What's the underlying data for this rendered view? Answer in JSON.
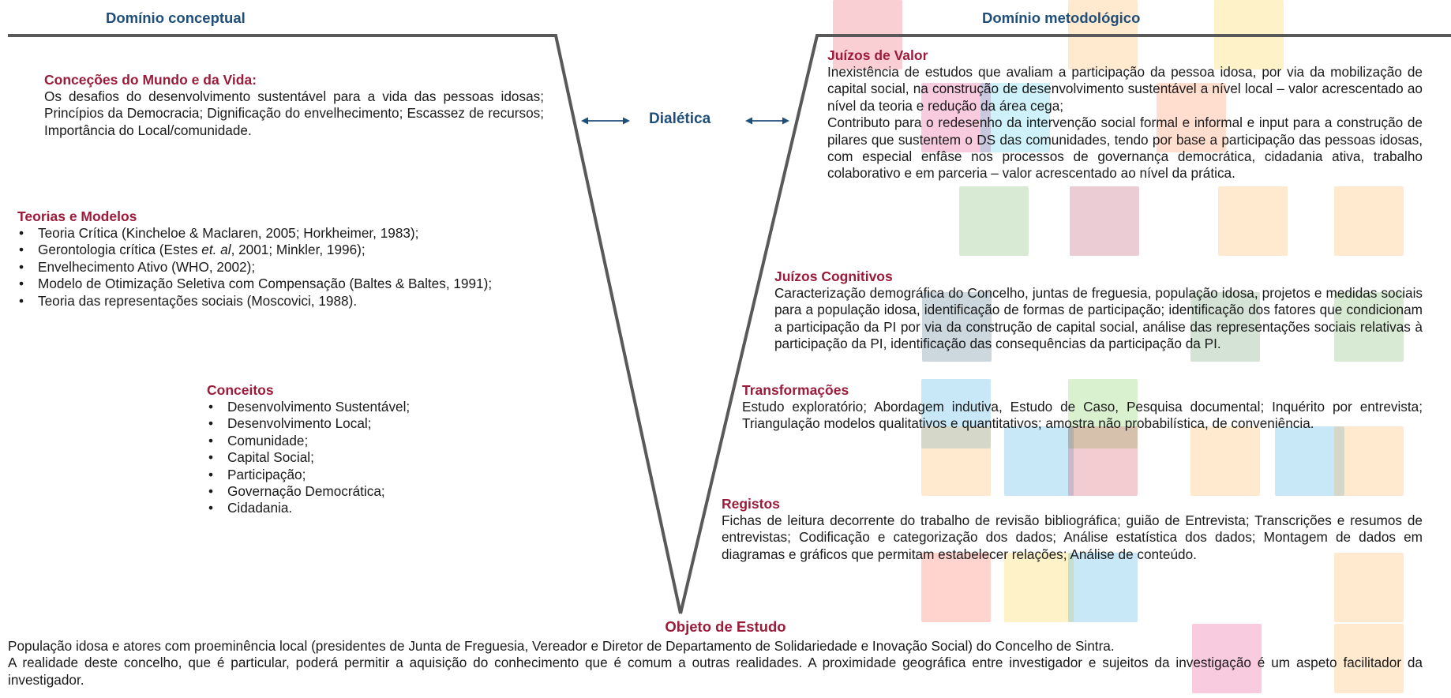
{
  "domains": {
    "conceptual": "Domínio conceptual",
    "methodological": "Domínio metodológico"
  },
  "dialetica": "Dialética",
  "left": {
    "concecoes": {
      "title": "Conceções do Mundo e da Vida:",
      "text": "Os desafios do desenvolvimento sustentável para a vida das pessoas idosas; Princípios da Democracia; Dignificação do envelhecimento; Escassez de recursos; Importância do Local/comunidade."
    },
    "teorias": {
      "title": "Teorias e Modelos",
      "items": [
        "Teoria Crítica (Kincheloe & Maclaren, 2005; Horkheimer, 1983);",
        "Envelhecimento Ativo (WHO, 2002);",
        "Modelo de Otimização Seletiva com Compensação (Baltes & Baltes, 1991);",
        "Teoria das representações sociais (Moscovici, 1988)."
      ],
      "gerontologia": {
        "before": "Gerontologia crítica (Estes ",
        "italic": "et. al",
        "after": ", 2001; Minkler, 1996);"
      }
    },
    "conceitos": {
      "title": "Conceitos",
      "items": [
        "Desenvolvimento Sustentável;",
        "Desenvolvimento Local;",
        "Comunidade;",
        "Capital Social;",
        "Participação;",
        "Governação Democrática;",
        "Cidadania."
      ]
    }
  },
  "right": {
    "juizos_valor": {
      "title": "Juízos de Valor",
      "p1": "Inexistência de estudos que avaliam a participação da pessoa idosa, por via da mobilização de capital social, na construção de desenvolvimento sustentável a nível local – valor acrescentado ao nível da teoria e redução da área cega;",
      "p2": "Contributo para o redesenho da intervenção social formal e informal e input para a construção de pilares que sustentem o DS das comunidades, tendo por base a participação das pessoas idosas, com especial enfâse nos processos de governança democrática, cidadania ativa, trabalho colaborativo e em parceria – valor acrescentado ao nível da prática."
    },
    "juizos_cognitivos": {
      "title": "Juízos Cognitivos",
      "text": "Caracterização demográfica do Concelho, juntas de freguesia, população idosa, projetos e medidas sociais para a população idosa, identificação de formas de participação; identificação dos fatores que condicionam a participação da PI por via da construção de capital social, análise das representações sociais relativas à participação da PI, identificação das consequências da participação da PI."
    },
    "transformacoes": {
      "title": "Transformações",
      "text": "Estudo exploratório; Abordagem indutiva, Estudo de Caso, Pesquisa documental; Inquérito por entrevista; Triangulação modelos qualitativos e quantitativos; amostra não probabilística, de conveniência."
    },
    "registos": {
      "title": "Registos",
      "text": "Fichas de leitura decorrente do trabalho de revisão bibliográfica; guião de Entrevista; Transcrições e resumos de entrevistas; Codificação e categorização dos dados; Análise estatística dos dados; Montagem de dados em diagramas e gráficos que permitam estabelecer relações; Análise de conteúdo."
    }
  },
  "objeto": {
    "title": "Objeto de Estudo",
    "p1": "População idosa e atores com proeminência local (presidentes de Junta de Freguesia, Vereador e Diretor de Departamento de Solidariedade e Inovação Social) do Concelho de Sintra.",
    "p2": "A realidade deste concelho, que é particular, poderá permitir a aquisição do conhecimento que é comum a outras realidades. A proximidade geográfica entre investigador e sujeitos da investigação é um aspeto facilitador da investigador."
  },
  "colors": {
    "heading": "#9b1b3a",
    "domain": "#1f4e79",
    "vee_line": "#595959"
  }
}
